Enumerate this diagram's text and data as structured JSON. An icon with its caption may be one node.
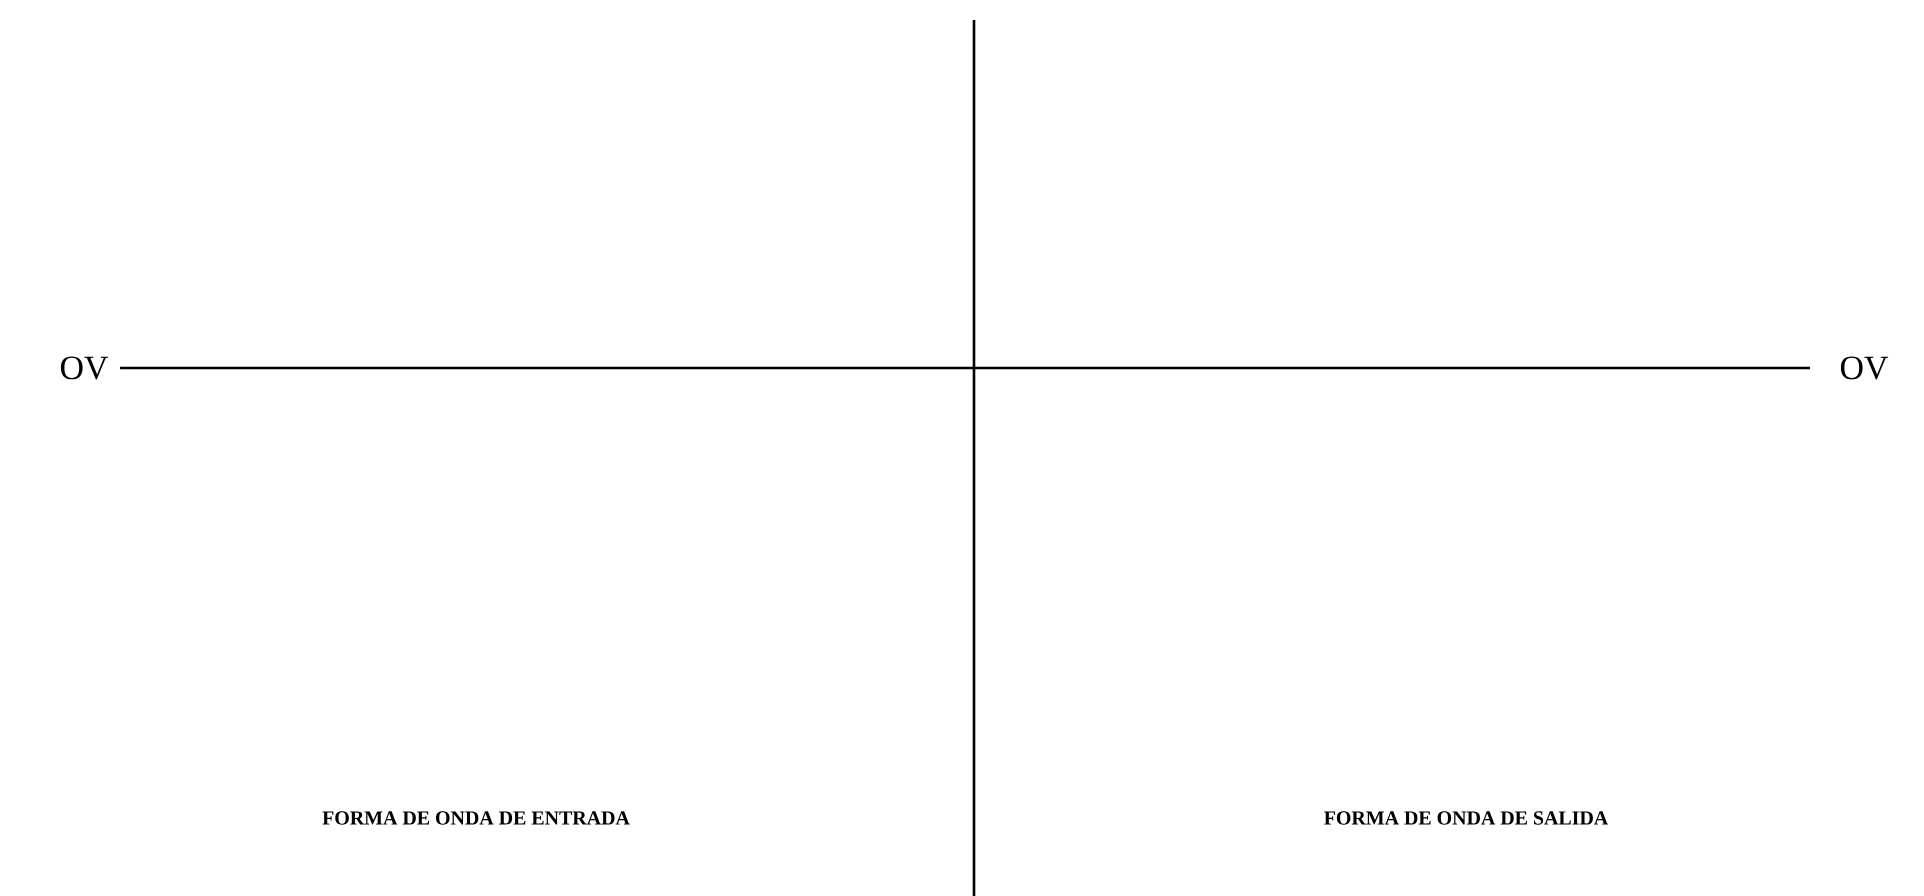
{
  "diagram": {
    "labels": [
      "OV",
      "OV",
      "FORMA DE ONDA DE ENTRADA",
      "FORMA DE ONDA DE SALIDA"
    ]
  }
}
